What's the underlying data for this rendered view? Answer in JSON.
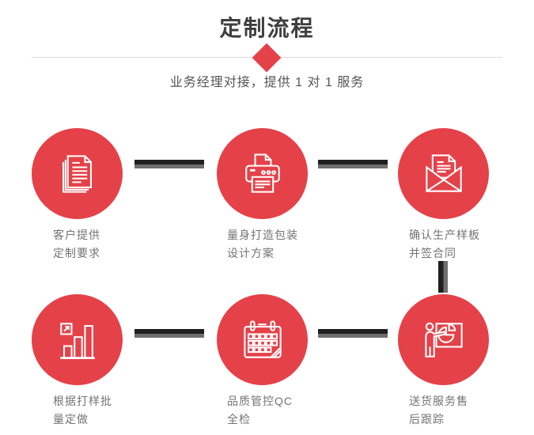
{
  "page": {
    "title": "定制流程",
    "subtitle": "业务经理对接，提供 1 对 1 服务"
  },
  "colors": {
    "accent_red": "#e54149",
    "connector_dark": "#1f1f1f",
    "connector_gray": "#6e6e6e",
    "title_text": "#3f3f3f",
    "subtitle_text": "#555555",
    "label_text": "#737373",
    "divider": "#dcdcdc"
  },
  "steps": [
    {
      "icon": "documents-icon",
      "line1": "客户提供",
      "line2": "定制要求"
    },
    {
      "icon": "printer-icon",
      "line1": "量身打造包装",
      "line2": "设计方案"
    },
    {
      "icon": "envelope-icon",
      "line1": "确认生产样板",
      "line2": "并签合同"
    },
    {
      "icon": "bar-chart-icon",
      "line1": "根据打样批",
      "line2": "量定做"
    },
    {
      "icon": "calendar-icon",
      "line1": "品质管控QC",
      "line2": "全检"
    },
    {
      "icon": "presenter-icon",
      "line1": "送货服务售",
      "line2": "后跟踪"
    }
  ]
}
